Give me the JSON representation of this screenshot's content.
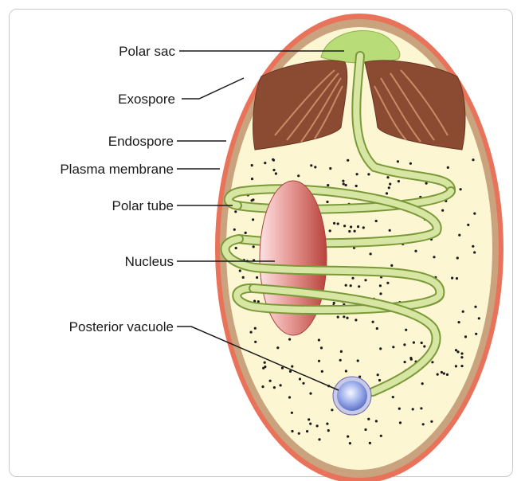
{
  "labels": {
    "polar_sac": "Polar sac",
    "exospore": "Exospore",
    "endospore": "Endospore",
    "plasma_membrane": "Plasma membrane",
    "polar_tube": "Polar tube",
    "nucleus": "Nucleus",
    "posterior_vacuole": "Posterior vacuole"
  },
  "colors": {
    "exospore": "#e8735a",
    "endospore": "#c9a27e",
    "cytoplasm": "#fdf6d2",
    "polar_tube_fill": "#d8e6a3",
    "polar_tube_edge": "#7a9a3a",
    "polar_sac": "#b8dc78",
    "polaroplast": "#8b4a32",
    "nucleus": "#d9706e",
    "vacuole": "#8aa0e0"
  }
}
